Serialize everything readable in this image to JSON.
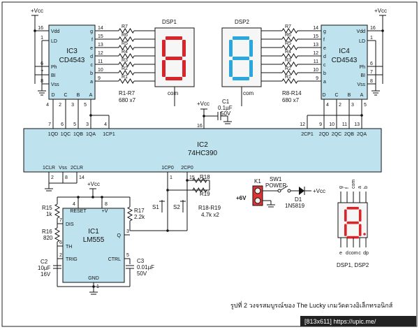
{
  "vcc_label": "+Vcc",
  "ic3": {
    "name": "IC3",
    "part": "CD4543",
    "left_pins": [
      {
        "num": "16",
        "label": "Vdd"
      },
      {
        "num": "1",
        "label": "LD"
      },
      {
        "num": "6",
        "label": "Ph"
      },
      {
        "num": "7",
        "label": "BI"
      },
      {
        "num": "8",
        "label": "Vss"
      }
    ],
    "right_pins": [
      {
        "num": "14",
        "label": "g"
      },
      {
        "num": "15",
        "label": "f"
      },
      {
        "num": "13",
        "label": "e"
      },
      {
        "num": "12",
        "label": "d"
      },
      {
        "num": "11",
        "label": "c"
      },
      {
        "num": "10",
        "label": "b"
      },
      {
        "num": "9",
        "label": "a"
      }
    ],
    "bottom_pins": [
      {
        "num": "4",
        "label": "D"
      },
      {
        "num": "2",
        "label": "C"
      },
      {
        "num": "3",
        "label": "B"
      },
      {
        "num": "5",
        "label": "A"
      }
    ]
  },
  "ic4": {
    "name": "IC4",
    "part": "CD4543",
    "left_pins": [
      {
        "num": "14",
        "label": "g"
      },
      {
        "num": "15",
        "label": "f"
      },
      {
        "num": "13",
        "label": "e"
      },
      {
        "num": "12",
        "label": "d"
      },
      {
        "num": "11",
        "label": "c"
      },
      {
        "num": "10",
        "label": "b"
      },
      {
        "num": "9",
        "label": "a"
      }
    ],
    "right_pins": [
      {
        "num": "16",
        "label": "Vdd"
      },
      {
        "num": "1",
        "label": "LD"
      },
      {
        "num": "6",
        "label": "Ph"
      },
      {
        "num": "7",
        "label": "BI"
      },
      {
        "num": "8",
        "label": "Vss"
      }
    ],
    "bottom_pins": [
      {
        "num": "4",
        "label": "D"
      },
      {
        "num": "2",
        "label": "C"
      },
      {
        "num": "3",
        "label": "B"
      },
      {
        "num": "5",
        "label": "A"
      }
    ]
  },
  "resistors_left": {
    "names": [
      "R7",
      "R6",
      "R5",
      "R4",
      "R3",
      "R2",
      "R1"
    ],
    "group": "R1-R7",
    "value": "680 x7"
  },
  "resistors_right": {
    "names": [
      "R7",
      "R6",
      "R5",
      "R4",
      "R3",
      "R2",
      "R1"
    ],
    "group": "R8-R14",
    "value": "680 x7"
  },
  "dsp1": {
    "name": "DSP1",
    "com": "com"
  },
  "dsp2": {
    "name": "DSP2",
    "com": "com"
  },
  "c1": {
    "name": "C1",
    "value": "0.1µF",
    "voltage": "50V",
    "pin": "16"
  },
  "ic2": {
    "name": "IC2",
    "part": "74HC390",
    "top_left_pins": [
      {
        "num": "7",
        "label": "1QD"
      },
      {
        "num": "6",
        "label": "1QC"
      },
      {
        "num": "5",
        "label": "1QB"
      },
      {
        "num": "3",
        "label": "1QA"
      },
      {
        "num": "4",
        "label": "1CP1"
      }
    ],
    "top_right_pins": [
      {
        "num": "12",
        "label": "2CP1"
      },
      {
        "num": "9",
        "label": "2QD"
      },
      {
        "num": "10",
        "label": "2QC"
      },
      {
        "num": "11",
        "label": "2QB"
      },
      {
        "num": "13",
        "label": "2QA"
      }
    ],
    "bottom_pins": [
      {
        "num": "2",
        "label": "1CLR"
      },
      {
        "num": "8",
        "label": "Vss"
      },
      {
        "num": "14",
        "label": "2CLR"
      },
      {
        "num": "1",
        "label": "1CP0"
      },
      {
        "num": "15",
        "label": "2CP0"
      }
    ]
  },
  "r18": "R18",
  "r19": "R19",
  "r18_19_value": "R18-R19",
  "r18_19_x": "4.7k x2",
  "s1": "S1",
  "s2": "S2",
  "ic1": {
    "name": "IC1",
    "part": "LM555",
    "pins": [
      {
        "num": "4",
        "label": "RESET"
      },
      {
        "num": "8",
        "label": "+V"
      },
      {
        "num": "7",
        "label": "DIS"
      },
      {
        "num": "6",
        "label": "TH"
      },
      {
        "num": "2",
        "label": "TRIG"
      },
      {
        "num": "3",
        "label": "Q"
      },
      {
        "num": "5",
        "label": "CTRL"
      },
      {
        "num": "1",
        "label": "GND"
      }
    ]
  },
  "r15": {
    "name": "R15",
    "value": "1k"
  },
  "r16": {
    "name": "R16",
    "value": "820"
  },
  "r17": {
    "name": "R17",
    "value": "2.2k"
  },
  "c2": {
    "name": "C2",
    "value": "10µF",
    "voltage": "16V"
  },
  "c3": {
    "name": "C3",
    "value": "0.01µF",
    "voltage": "50V"
  },
  "k1": "K1",
  "plus6v": "+6V",
  "sw1": {
    "name": "SW1",
    "label": "POWER"
  },
  "d1": {
    "name": "D1",
    "part": "1N5819"
  },
  "pinout": {
    "top": [
      "g",
      "f",
      "com",
      "a",
      "b"
    ],
    "bottom": [
      "e",
      "d",
      "com",
      "c",
      "dp"
    ],
    "caption": "DSP1, DSP2"
  },
  "caption": "รูปที่ 2 วงจรสมบูรณ์ของ The Lucky เกมวัดดวงอิเล็กทรอนิกส์",
  "watermark": "[813x611] https://upic.me/"
}
